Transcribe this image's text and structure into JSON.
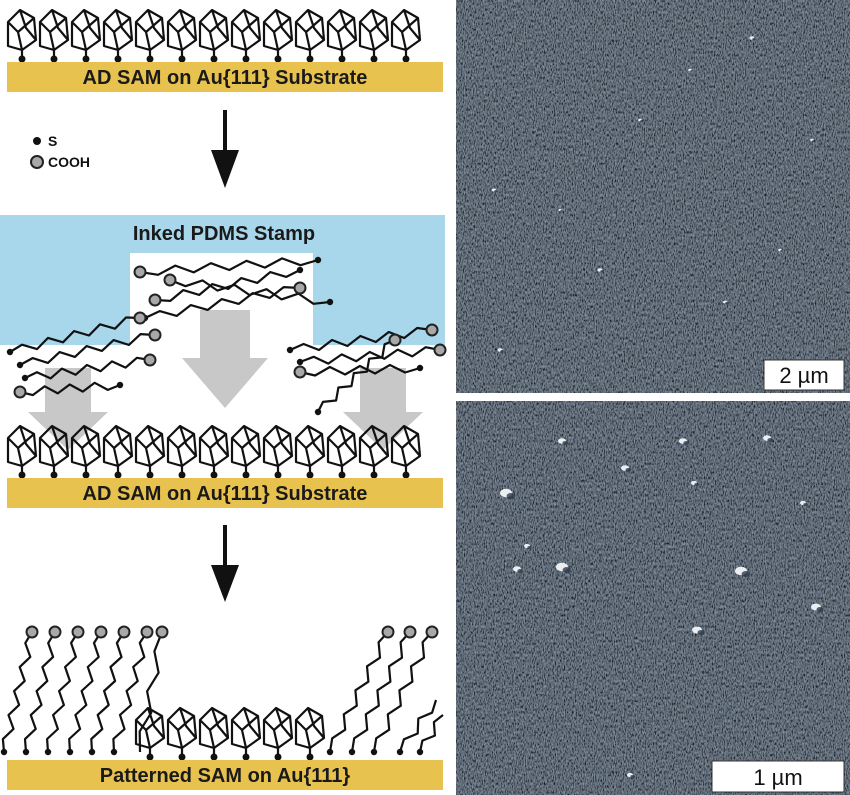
{
  "diagram": {
    "substrate_top_label": "AD SAM on Au{111} Substrate",
    "substrate_mid_label": "AD SAM on Au{111} Substrate",
    "substrate_bottom_label": "Patterned SAM on Au{111}",
    "stamp_label": "Inked PDMS Stamp",
    "legend": {
      "s_label": "S",
      "cooh_label": "COOH"
    }
  },
  "images": {
    "top_scale": "2 µm",
    "bottom_scale": "1 µm"
  },
  "colors": {
    "substrate": "#E8C24F",
    "stamp": "#A8D7EC",
    "arrow": "#000000",
    "gray_arrow": "#C8C8C8",
    "afm_base": "#6F8399",
    "afm_light": "#A8B8C8",
    "afm_dark": "#3E5068"
  }
}
